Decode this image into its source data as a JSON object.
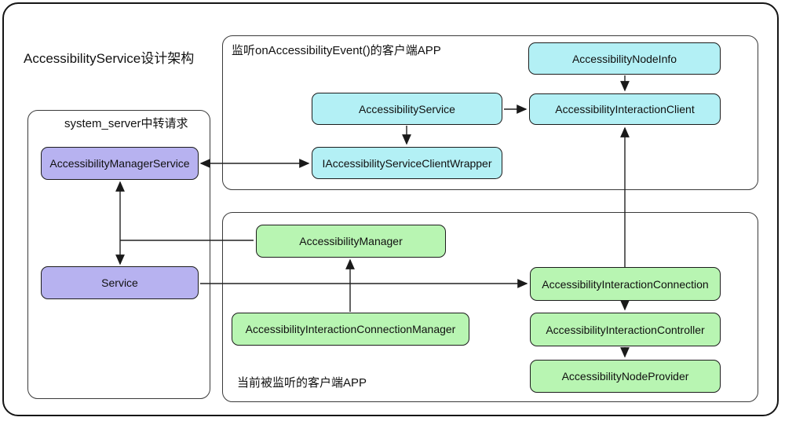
{
  "page": {
    "title": "AccessibilityService设计架构"
  },
  "groups": {
    "system_server": {
      "label": "system_server中转请求"
    },
    "listener_app": {
      "label": "监听onAccessibilityEvent()的客户端APP"
    },
    "target_app": {
      "label": "当前被监听的客户端APP"
    }
  },
  "nodes": {
    "ams": {
      "label": "AccessibilityManagerService",
      "color": "#b7b2f0"
    },
    "service": {
      "label": "Service",
      "color": "#b7b2f0"
    },
    "node_info": {
      "label": "AccessibilityNodeInfo",
      "color": "#b3f0f5"
    },
    "a11y_service": {
      "label": "AccessibilityService",
      "color": "#b3f0f5"
    },
    "interaction_client": {
      "label": "AccessibilityInteractionClient",
      "color": "#b3f0f5"
    },
    "client_wrapper": {
      "label": "IAccessibilityServiceClientWrapper",
      "color": "#b3f0f5"
    },
    "manager": {
      "label": "AccessibilityManager",
      "color": "#b8f5b2"
    },
    "conn_manager": {
      "label": "AccessibilityInteractionConnectionManager",
      "color": "#b8f5b2"
    },
    "connection": {
      "label": "AccessibilityInteractionConnection",
      "color": "#b8f5b2"
    },
    "controller": {
      "label": "AccessibilityInteractionController",
      "color": "#b8f5b2"
    },
    "node_provider": {
      "label": "AccessibilityNodeProvider",
      "color": "#b8f5b2"
    }
  },
  "edges": [
    {
      "from": "AccessibilityManagerService",
      "to": "IAccessibilityServiceClientWrapper",
      "style": "double-arrow"
    },
    {
      "from": "AccessibilityManagerService",
      "to": "Service",
      "style": "double-arrow"
    },
    {
      "from": "AccessibilityManagerService-Service-link",
      "to": "AccessibilityManager",
      "style": "plain-line"
    },
    {
      "from": "Service",
      "to": "AccessibilityInteractionConnection",
      "style": "arrow"
    },
    {
      "from": "AccessibilityService",
      "to": "AccessibilityInteractionClient",
      "style": "arrow"
    },
    {
      "from": "AccessibilityService",
      "to": "IAccessibilityServiceClientWrapper",
      "style": "arrow"
    },
    {
      "from": "AccessibilityNodeInfo",
      "to": "AccessibilityInteractionClient",
      "style": "arrow"
    },
    {
      "from": "AccessibilityInteractionConnection",
      "to": "AccessibilityInteractionClient",
      "style": "arrow"
    },
    {
      "from": "AccessibilityInteractionConnectionManager",
      "to": "AccessibilityManager",
      "style": "arrow"
    },
    {
      "from": "AccessibilityInteractionConnection",
      "to": "AccessibilityInteractionController",
      "style": "arrow"
    },
    {
      "from": "AccessibilityInteractionController",
      "to": "AccessibilityNodeProvider",
      "style": "arrow"
    }
  ],
  "colors": {
    "purple_box": "#b7b2f0",
    "cyan_box": "#b3f0f5",
    "green_box": "#b8f5b2",
    "line": "#222222",
    "box_border": "#1c1c1c",
    "group_border": "#3a3a3a",
    "outer_border": "#151515",
    "text": "#111111",
    "background": "#ffffff"
  }
}
